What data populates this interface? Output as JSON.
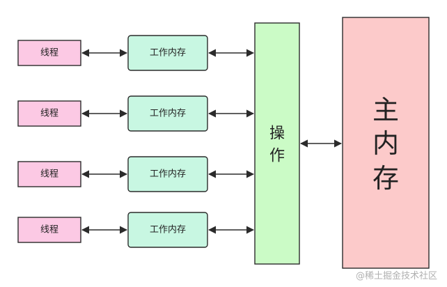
{
  "diagram": {
    "threads": [
      {
        "label": "线程",
        "memory": "工作内存"
      },
      {
        "label": "线程",
        "memory": "工作内存"
      },
      {
        "label": "线程",
        "memory": "工作内存"
      },
      {
        "label": "线程",
        "memory": "工作内存"
      }
    ],
    "operation": {
      "chars": [
        "操",
        "作"
      ]
    },
    "main_memory": {
      "chars": [
        "主",
        "内",
        "存"
      ]
    },
    "colors": {
      "thread_fill": "#fcc9e4",
      "memory_fill": "#c8f7e2",
      "operation_fill": "#cbfbc6",
      "main_memory_fill": "#fccaca",
      "stroke": "#2b2b2b"
    }
  },
  "watermark": "@稀土掘金技术社区"
}
